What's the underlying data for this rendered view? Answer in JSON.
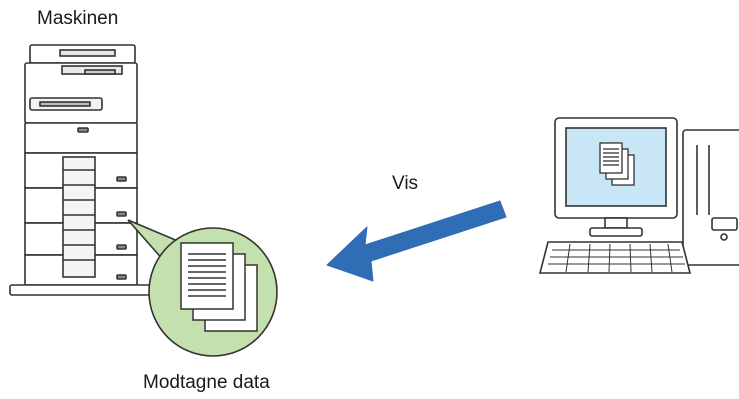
{
  "labels": {
    "machine": "Maskinen",
    "view": "Vis",
    "received_data": "Modtagne data"
  },
  "icons": {
    "printer": "multifunction-printer-icon",
    "computer": "desktop-computer-icon",
    "documents": "documents-icon",
    "arrow": "arrow-left-icon"
  },
  "colors": {
    "arrow": "#2f6db5",
    "bubble": "#c4e0ad",
    "screen": "#c8e6f5",
    "outline": "#333333"
  }
}
